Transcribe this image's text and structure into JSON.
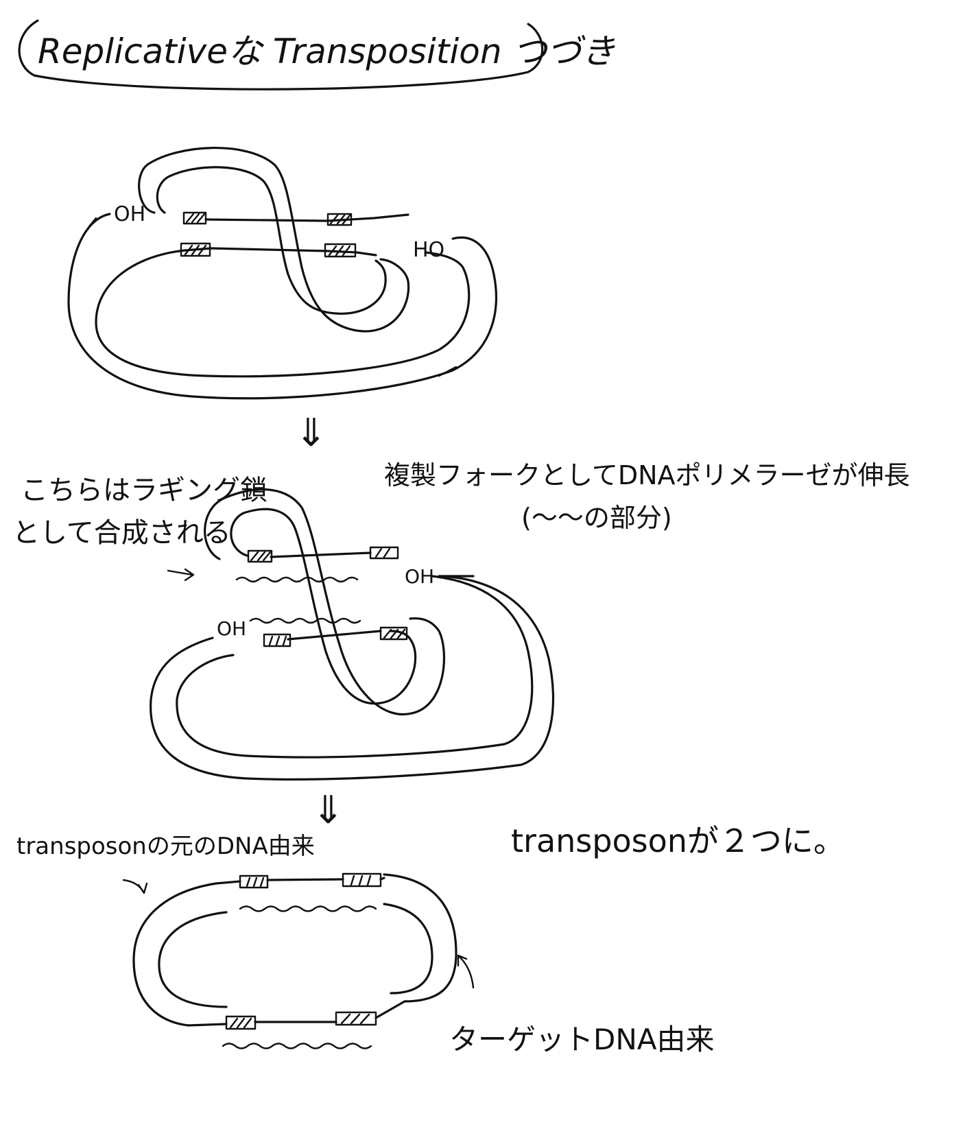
{
  "title": "Replicativeな Transposition つづき",
  "stage1": {
    "oh_left": "OH",
    "ho_right": "HO"
  },
  "arrows": [
    "⇓",
    "⇓"
  ],
  "stage2": {
    "note_left_line1": "こちらはラギング鎖",
    "note_left_line2": "として合成される",
    "note_right_line1": "複製フォークとしてDNAポリメラーゼが伸長",
    "note_right_line2": "(〜〜の部分)",
    "oh_top_right": "OH",
    "oh_mid_left": "OH"
  },
  "stage3": {
    "note_origin": "transposonの元のDNA由来",
    "note_result": "transposonが２つに。",
    "note_target": "ターゲットDNA由来"
  }
}
